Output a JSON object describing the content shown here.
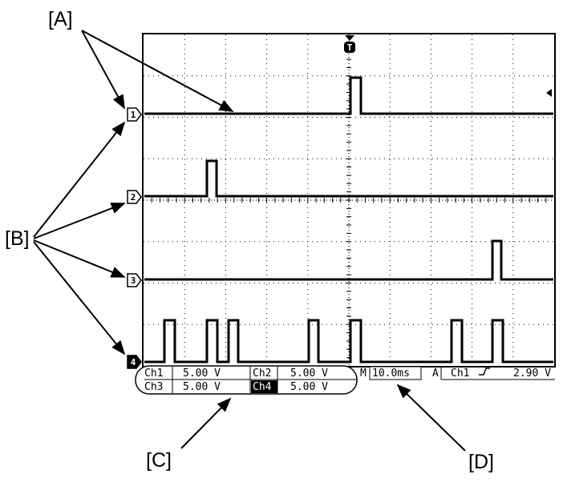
{
  "callouts": {
    "a": "[A]",
    "b": "[B]",
    "c": "[C]",
    "d": "[D]"
  },
  "trigger_marker": "T",
  "channel_markers": [
    "1",
    "2",
    "3",
    "4"
  ],
  "readout": {
    "ch1_label": "Ch1",
    "ch1_scale": "5.00 V",
    "ch2_label": "Ch2",
    "ch2_scale": "5.00 V",
    "ch3_label": "Ch3",
    "ch3_scale": "5.00 V",
    "ch4_label": "Ch4",
    "ch4_scale": "5.00 V",
    "timebase_label": "M",
    "timebase_value": "10.0ms",
    "trigger_label": "A",
    "trigger_source": "Ch1",
    "trigger_level": "2.90 V"
  },
  "colors": {
    "trace": "#000000",
    "grid": "#000000",
    "background": "#ffffff"
  }
}
